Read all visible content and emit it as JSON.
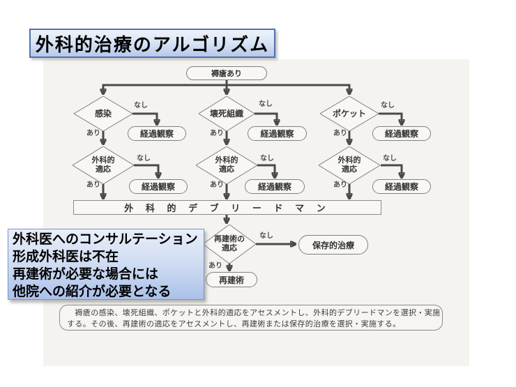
{
  "slide": {
    "title": "外科的治療のアルゴリズム"
  },
  "flowchart": {
    "start": "褥瘡あり",
    "label_yes": "あり",
    "label_no": "なし",
    "observation": "経過観察",
    "conditions": [
      "感染",
      "壊死組織",
      "ポケット"
    ],
    "surgical_indication": {
      "line1": "外科的",
      "line2": "適応"
    },
    "debridement": "外 科 的 デ ブ リ ー ド マ ン",
    "reconstruction_decision": {
      "line1": "再建術の",
      "line2": "適応"
    },
    "conservative_care": "保存的治療",
    "reconstruction": "再建術"
  },
  "note_box": {
    "lines": [
      "外科医へのコンサルテーション",
      "形成外科医は不在",
      "再建術が必要な場合には",
      "他院への紹介が必要となる"
    ]
  },
  "caption_box": {
    "line1": "　褥瘡の感染、壊死組織、ポケットと外科的適応をアセスメントし、外科的デブリードマンを選択・実施",
    "line2": "する。その後、再建術の適応をアセスメントし、再建術または保存的治療を選択・実施する。"
  }
}
